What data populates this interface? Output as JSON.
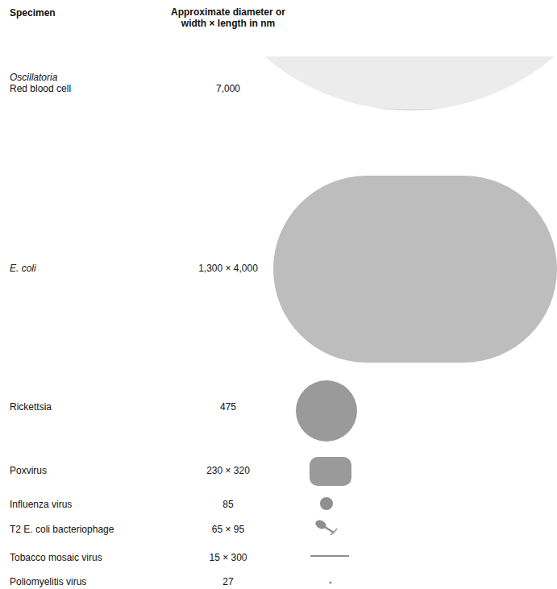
{
  "diagram": {
    "labels": [
      "Specimen",
      "Approximate diameter or width × length in nm",
      "Oscillatoria",
      "Red blood cell",
      "7,000",
      "E. coli",
      "1,300 × 4,000",
      "Rickettsia",
      "475",
      "Poxvirus",
      "230 × 320",
      "Influenza virus",
      "85",
      "T2 E. coli bacteriophage",
      "65 × 95",
      "Tobacco mosaic virus",
      "15 × 300",
      "Poliomyelitis virus",
      "27"
    ]
  }
}
